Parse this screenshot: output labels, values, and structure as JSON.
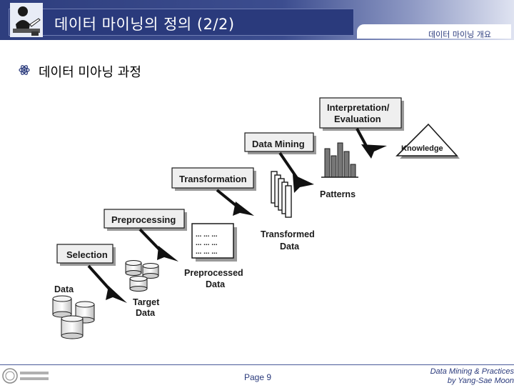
{
  "header": {
    "title": "데이터 마이닝의 정의 (2/2)",
    "section": "데이터 마이닝 개요",
    "logo_icon": "person-at-desk-icon"
  },
  "bullet": {
    "icon": "atom-bullet-icon",
    "text": "데이터 미아닝 과정"
  },
  "diagram": {
    "stages": {
      "selection": "Selection",
      "preprocessing": "Preprocessing",
      "transformation": "Transformation",
      "data_mining": "Data Mining",
      "interpretation_line1": "Interpretation/",
      "interpretation_line2": "Evaluation"
    },
    "labels": {
      "data": "Data",
      "target_line1": "Target",
      "target_line2": "Data",
      "preprocessed_line1": "Preprocessed",
      "preprocessed_line2": "Data",
      "transformed_line1": "Transformed",
      "transformed_line2": "Data",
      "patterns": "Patterns",
      "knowledge": "Knowledge",
      "table_cells": "... ... ..."
    }
  },
  "footer": {
    "page": "Page 9",
    "credit_line1": "Data Mining & Practices",
    "credit_line2": "by Yang-Sae Moon",
    "logo_icon": "university-seal-icon"
  }
}
